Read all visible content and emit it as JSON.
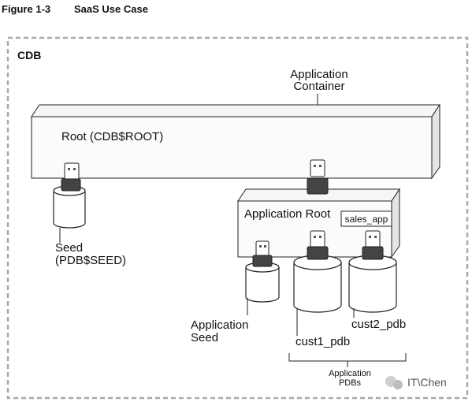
{
  "figure": {
    "number": "Figure 1-3",
    "title": "SaaS Use Case"
  },
  "cdb": {
    "label": "CDB"
  },
  "app_container_label": [
    "Application",
    "Container"
  ],
  "root": {
    "label": "Root (CDB$ROOT)"
  },
  "seed": {
    "lines": [
      "Seed",
      "(PDB$SEED)"
    ]
  },
  "app_root": {
    "label": "Application Root",
    "tag": "sales_app"
  },
  "app_seed": {
    "lines": [
      "Application",
      "Seed"
    ]
  },
  "pdbs": [
    {
      "name": "cust1_pdb"
    },
    {
      "name": "cust2_pdb"
    }
  ],
  "app_pdbs_label": [
    "Application",
    "PDBs"
  ],
  "watermark": "IT\\Chen",
  "colors": {
    "line": "#222222",
    "box_fill": "#f4f4f4",
    "dash": "#aaaaaa"
  }
}
